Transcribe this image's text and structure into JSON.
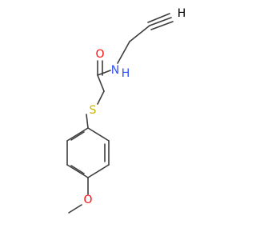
{
  "molecule": {
    "atoms": {
      "oxygen_carbonyl": {
        "label": "O",
        "color": "#ff0d0d"
      },
      "nitrogen": {
        "label": "N",
        "color": "#3050f8"
      },
      "hydrogen_on_n": {
        "label": "H",
        "color": "#3050f8"
      },
      "sulfur": {
        "label": "S",
        "color": "#c8b400"
      },
      "oxygen_ether": {
        "label": "O",
        "color": "#ff0d0d"
      },
      "alkyne_h": {
        "label": "H",
        "color": "#000000"
      }
    },
    "bond_color": "#3c3c3c"
  }
}
